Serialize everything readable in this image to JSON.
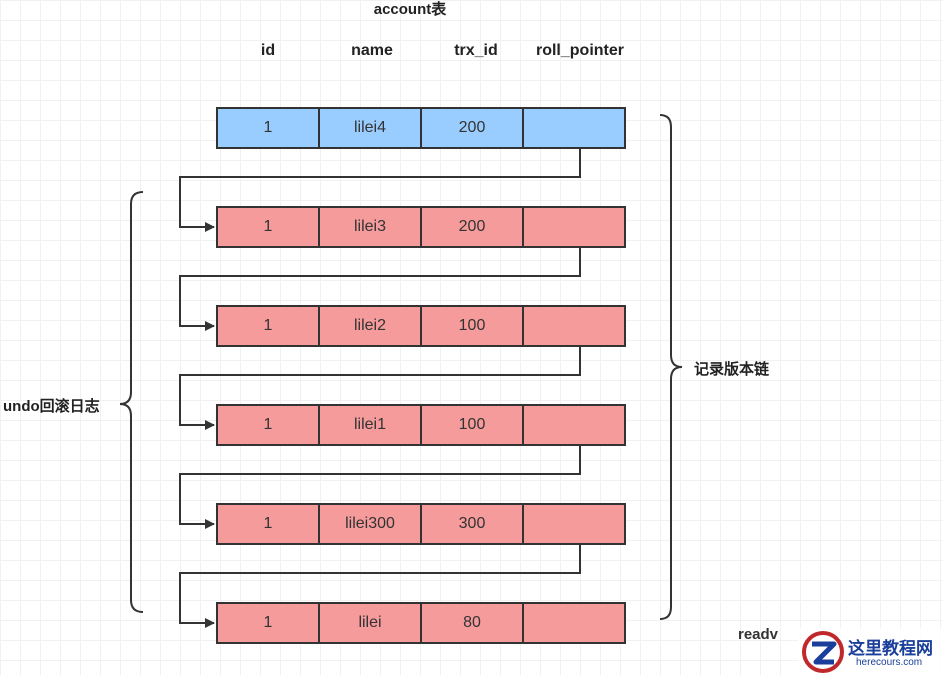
{
  "title": "account表",
  "columns": [
    "id",
    "name",
    "trx_id",
    "roll_pointer"
  ],
  "rows": [
    {
      "cells": [
        "1",
        "lilei4",
        "200",
        ""
      ],
      "color": "#99ccff"
    },
    {
      "cells": [
        "1",
        "lilei3",
        "200",
        ""
      ],
      "color": "#f59b9b"
    },
    {
      "cells": [
        "1",
        "lilei2",
        "100",
        ""
      ],
      "color": "#f59b9b"
    },
    {
      "cells": [
        "1",
        "lilei1",
        "100",
        ""
      ],
      "color": "#f59b9b"
    },
    {
      "cells": [
        "1",
        "lilei300",
        "300",
        ""
      ],
      "color": "#f59b9b"
    },
    {
      "cells": [
        "1",
        "lilei",
        "80",
        ""
      ],
      "color": "#f59b9b"
    }
  ],
  "left_label": "undo回滚日志",
  "right_label": "记录版本链",
  "watermark": {
    "partial_text": "readv",
    "logo_text": "这里教程网",
    "logo_url_text": "herecours.com"
  }
}
